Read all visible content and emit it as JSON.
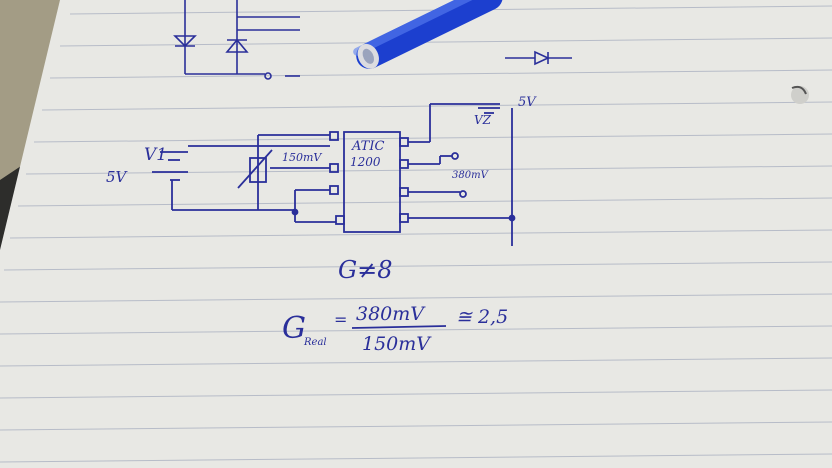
{
  "photo": {
    "subject": "handwritten circuit sketch on ruled paper",
    "ink_color": "#2a2f9a",
    "pen_color": "#1c3fcf",
    "paper_color": "#ecece8"
  },
  "circuit": {
    "source_label": "V1",
    "source_voltage": "5V",
    "pot_voltage": "150mV",
    "chip_name": "ATIC",
    "chip_number": "1200",
    "output_voltage": "380mV",
    "supply_label": "5V",
    "zener_label": "VZ"
  },
  "notes": {
    "gain_label": "G≠8",
    "g_real_symbol": "G",
    "g_real_sub": "Real",
    "eq_sign": "=",
    "numerator": "380mV",
    "denominator": "150mV",
    "approx": "≅ 2,5"
  }
}
